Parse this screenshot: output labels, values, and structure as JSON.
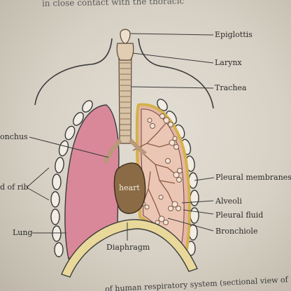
{
  "header_text": "in close contact with the thoracic",
  "labels": {
    "epiglottis": "Epiglottis",
    "larynx": "Larynx",
    "trachea": "Trachea",
    "bronchus": "onchus",
    "rib": "d of rib",
    "lung": "Lung",
    "heart": "heart",
    "diaphragm": "Diaphragm",
    "pleural_membranes": "Pleural membranes",
    "alveoli": "Alveoli",
    "pleural_fluid": "Pleural fluid",
    "bronchiole": "Bronchiole"
  },
  "caption": "of human respiratory system (sectional view of",
  "colors": {
    "lung_left": "#d9889a",
    "lung_right": "#e6b6a8",
    "heart": "#8a6b45",
    "diaphragm": "#e8d89a",
    "pleura": "#d4b24a",
    "trachea": "#d9c3a6"
  }
}
